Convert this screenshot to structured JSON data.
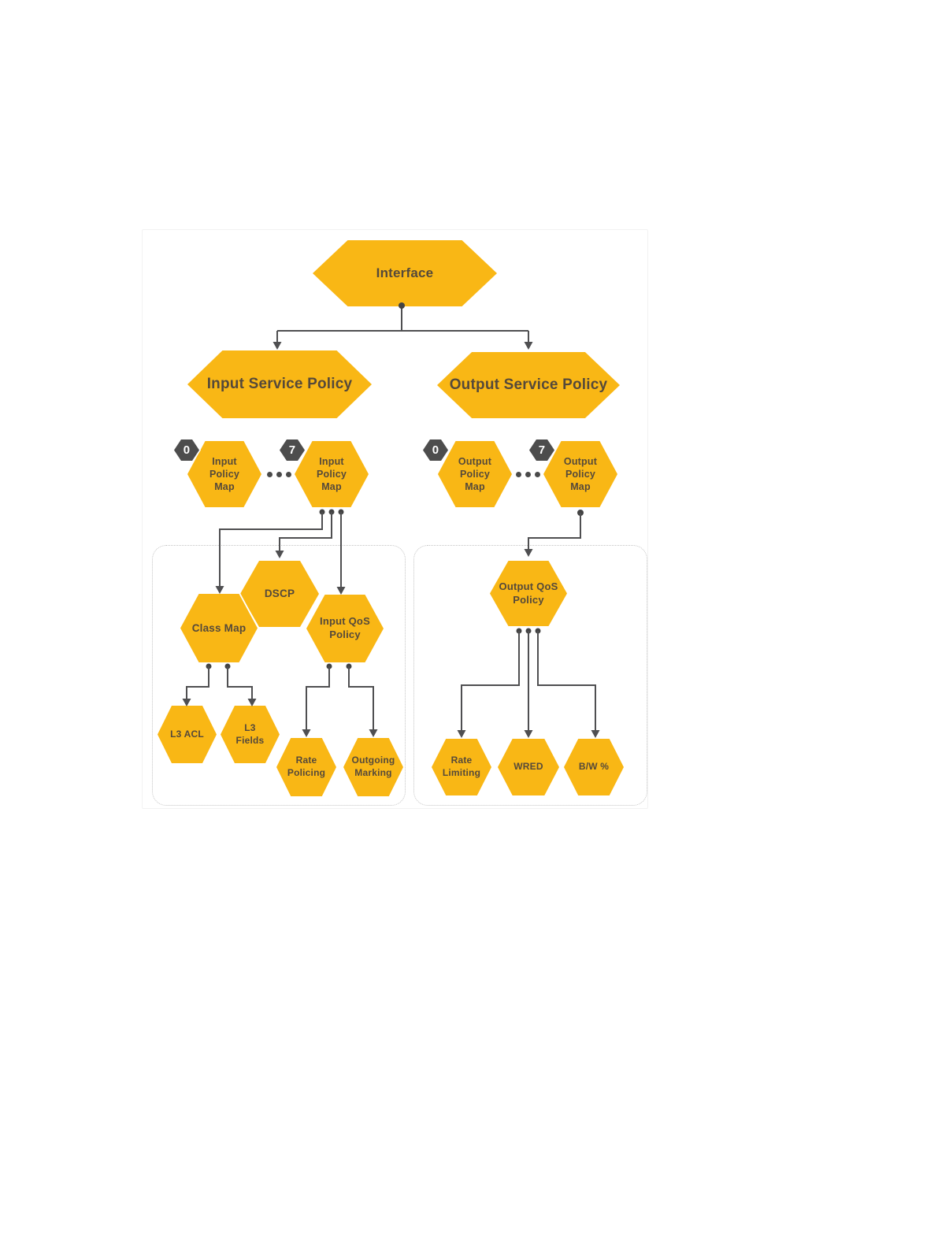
{
  "colors": {
    "hex_fill": "#F9B715",
    "badge_fill": "#4D4D4D",
    "badge_text": "#FFFFFF",
    "node_text": "#55493A",
    "connector": "#4F4F51",
    "dot": "#434343",
    "box_border": "#C4C4C4",
    "background": "#FFFFFF"
  },
  "icons": {
    "ellipsis": "horizontal-dots"
  },
  "nodes": {
    "interface": {
      "label": "Interface"
    },
    "input_service_policy": {
      "label": "Input Service Policy"
    },
    "output_service_policy": {
      "label": "Output Service Policy"
    },
    "input_policy_map_first": {
      "badge": "0",
      "label": "Input\nPolicy\nMap"
    },
    "input_policy_map_last": {
      "badge": "7",
      "label": "Input\nPolicy\nMap"
    },
    "output_policy_map_first": {
      "badge": "0",
      "label": "Output\nPolicy\nMap"
    },
    "output_policy_map_last": {
      "badge": "7",
      "label": "Output\nPolicy\nMap"
    },
    "dscp": {
      "label": "DSCP"
    },
    "class_map": {
      "label": "Class Map"
    },
    "input_qos_policy": {
      "label": "Input QoS\nPolicy"
    },
    "l3_acl": {
      "label": "L3 ACL"
    },
    "l3_fields": {
      "label": "L3\nFields"
    },
    "rate_policing": {
      "label": "Rate\nPolicing"
    },
    "outgoing_marking": {
      "label": "Outgoing\nMarking"
    },
    "output_qos_policy": {
      "label": "Output QoS\nPolicy"
    },
    "rate_limiting": {
      "label": "Rate\nLimiting"
    },
    "wred": {
      "label": "WRED"
    },
    "bw_percent": {
      "label": "B/W %"
    }
  }
}
